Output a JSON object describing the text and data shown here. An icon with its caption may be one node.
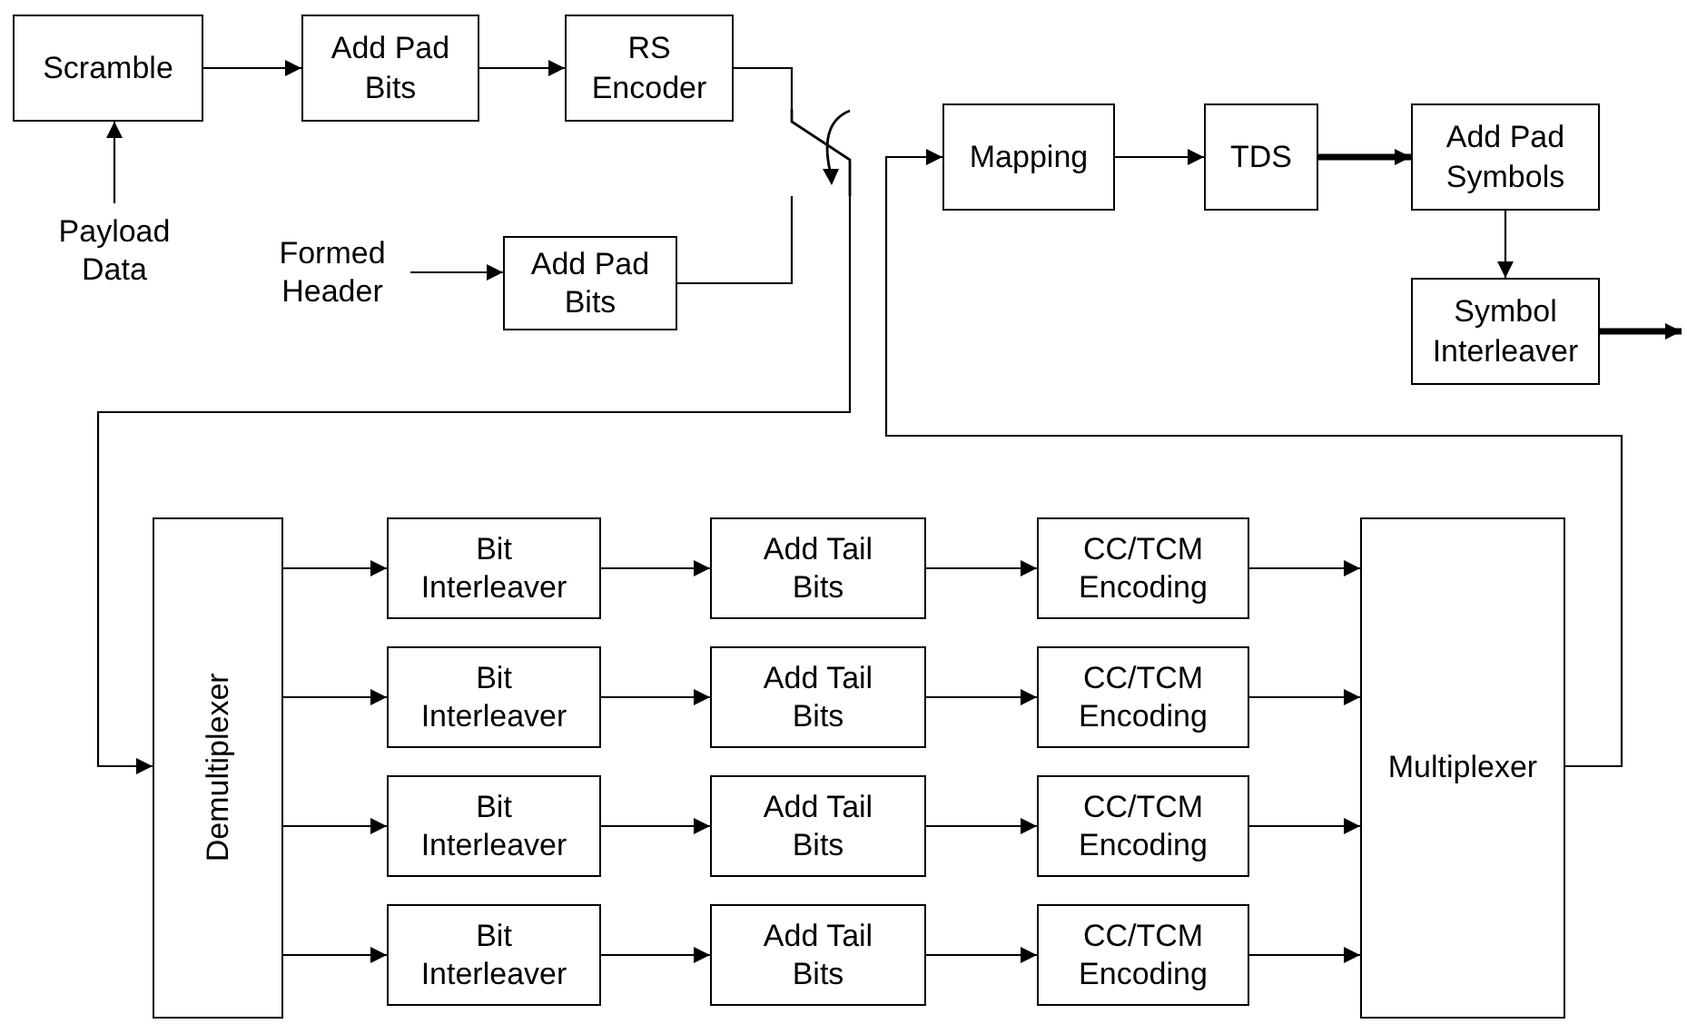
{
  "diagram": {
    "nodes": [
      {
        "text": [
          "Scramble"
        ]
      },
      {
        "text": [
          "Add Pad Bits"
        ]
      },
      {
        "text": [
          "RS Encoder"
        ]
      },
      {
        "text": [
          "Payload Data"
        ]
      },
      {
        "text": [
          "Formed Header"
        ]
      },
      {
        "text": [
          "Add Pad Bits"
        ]
      },
      {
        "text": [],
        "shape": "switch"
      },
      {
        "text": [
          "Mapping"
        ]
      },
      {
        "text": [
          "TDS"
        ]
      },
      {
        "text": [
          "Add Pad Symbols"
        ]
      },
      {
        "text": [
          "Symbol Interleaver"
        ]
      },
      {
        "text": [
          "Demultiplexer"
        ]
      },
      {
        "text": [
          "Bit Interleaver"
        ]
      },
      {
        "text": [
          "Bit Interleaver"
        ]
      },
      {
        "text": [
          "Bit Interleaver"
        ]
      },
      {
        "text": [
          "Bit Interleaver"
        ]
      },
      {
        "text": [
          "Add Tail Bits"
        ]
      },
      {
        "text": [
          "Add Tail Bits"
        ]
      },
      {
        "text": [
          "Add Tail Bits"
        ]
      },
      {
        "text": [
          "Add Tail Bits"
        ]
      },
      {
        "text": [
          "CC/TCM Encoding"
        ]
      },
      {
        "text": [
          "CC/TCM Encoding"
        ]
      },
      {
        "text": [
          "CC/TCM Encoding"
        ]
      },
      {
        "text": [
          "CC/TCM Encoding"
        ]
      },
      {
        "text": [
          "Multiplexer"
        ]
      }
    ],
    "edges": [
      {
        "from": 0,
        "to": 1,
        "arrow": "to"
      },
      {
        "from": 1,
        "to": 2,
        "arrow": "to"
      },
      {
        "from": 3,
        "to": 0,
        "arrow": "to"
      },
      {
        "from": 4,
        "to": 5,
        "arrow": "to"
      },
      {
        "from": 2,
        "to": 6,
        "arrow": "none"
      },
      {
        "from": 5,
        "to": 6,
        "arrow": "none"
      },
      {
        "from": 6,
        "to": 11,
        "arrow": "to"
      },
      {
        "from": 7,
        "to": 8,
        "arrow": "to"
      },
      {
        "from": 8,
        "to": 9,
        "arrow": "to",
        "style": "thick"
      },
      {
        "from": 9,
        "to": 10,
        "arrow": "to"
      },
      {
        "from": 10,
        "to": null,
        "arrow": "to",
        "style": "thick"
      },
      {
        "from": 11,
        "to": 12,
        "arrow": "to"
      },
      {
        "from": 11,
        "to": 13,
        "arrow": "to"
      },
      {
        "from": 11,
        "to": 14,
        "arrow": "to"
      },
      {
        "from": 11,
        "to": 15,
        "arrow": "to"
      },
      {
        "from": 12,
        "to": 16,
        "arrow": "to"
      },
      {
        "from": 13,
        "to": 17,
        "arrow": "to"
      },
      {
        "from": 14,
        "to": 18,
        "arrow": "to"
      },
      {
        "from": 15,
        "to": 19,
        "arrow": "to"
      },
      {
        "from": 16,
        "to": 20,
        "arrow": "to"
      },
      {
        "from": 17,
        "to": 21,
        "arrow": "to"
      },
      {
        "from": 18,
        "to": 22,
        "arrow": "to"
      },
      {
        "from": 19,
        "to": 23,
        "arrow": "to"
      },
      {
        "from": 20,
        "to": 24,
        "arrow": "to"
      },
      {
        "from": 21,
        "to": 24,
        "arrow": "to"
      },
      {
        "from": 22,
        "to": 24,
        "arrow": "to"
      },
      {
        "from": 23,
        "to": 24,
        "arrow": "to"
      },
      {
        "from": 24,
        "to": 7,
        "arrow": "to"
      }
    ]
  }
}
